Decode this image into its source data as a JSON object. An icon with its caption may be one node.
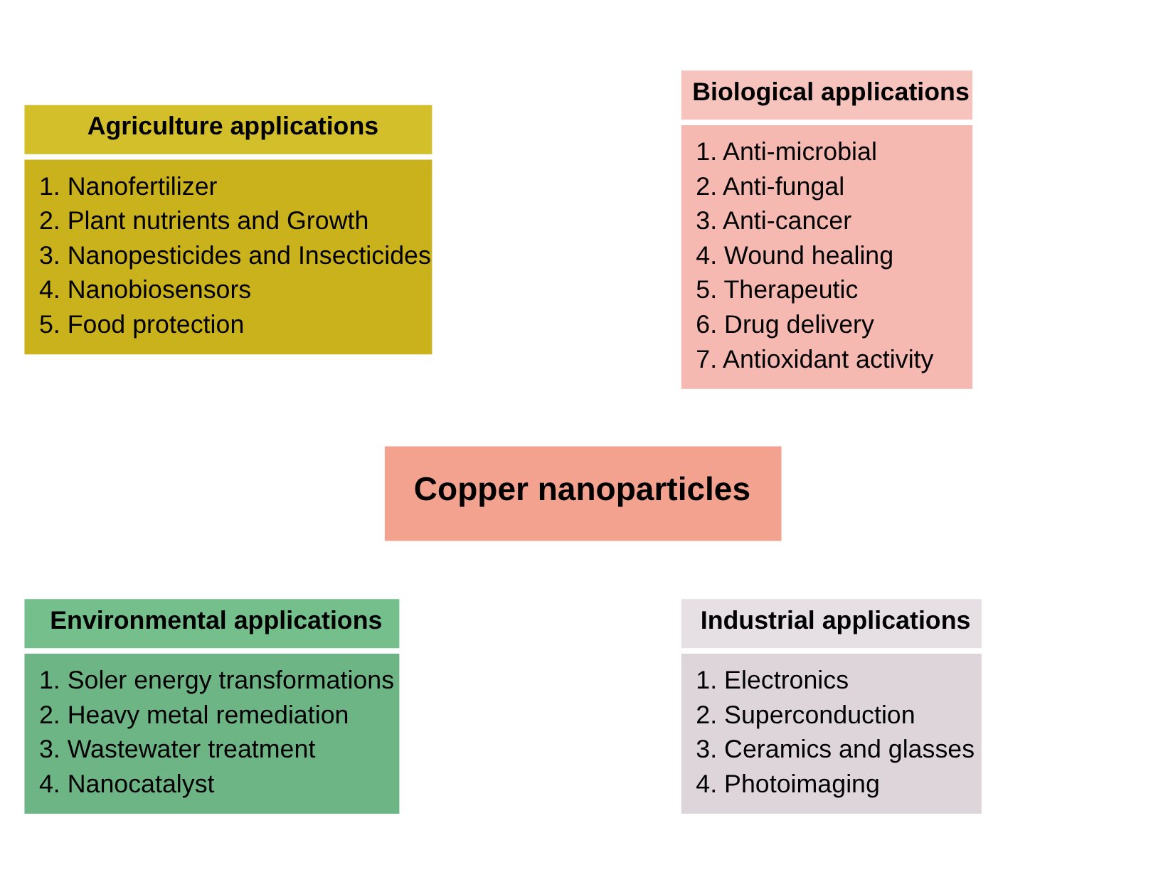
{
  "diagram": {
    "nodes": [
      {
        "text": [
          "Agriculture applications",
          "1. Nanofertilizer",
          "2. Plant nutrients and Growth",
          "3. Nanopesticides and Insecticides",
          "4. Nanobiosensors",
          "5. Food protection"
        ]
      },
      {
        "text": [
          "Biological applications",
          "1. Anti-microbial",
          "2. Anti-fungal",
          "3. Anti-cancer",
          "4. Wound healing",
          "5. Therapeutic",
          "6. Drug delivery",
          "7. Antioxidant activity"
        ]
      },
      {
        "text": [
          "Copper nanoparticles"
        ]
      },
      {
        "text": [
          "Environmental applications",
          "1. Soler energy transformations",
          "2. Heavy metal remediation",
          "3. Wastewater treatment",
          "4. Nanocatalyst"
        ]
      },
      {
        "text": [
          "Industrial applications",
          "1. Electronics",
          "2. Superconduction",
          "3. Ceramics and glasses",
          "4. Photoimaging"
        ]
      }
    ]
  }
}
